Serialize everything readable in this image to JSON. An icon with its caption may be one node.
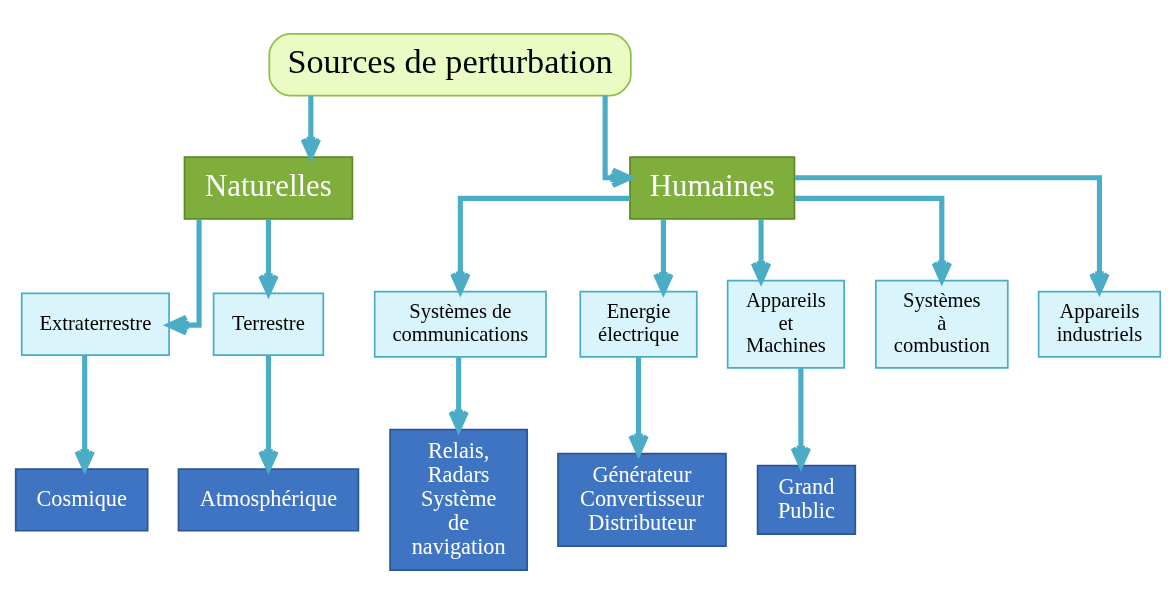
{
  "diagram": {
    "nodes": [
      {
        "text": [
          "Sources de perturbation"
        ]
      },
      {
        "text": [
          "Naturelles"
        ]
      },
      {
        "text": [
          "Humaines"
        ]
      },
      {
        "text": [
          "Extraterrestre"
        ]
      },
      {
        "text": [
          "Terrestre"
        ]
      },
      {
        "text": [
          "Systèmes de communications"
        ]
      },
      {
        "text": [
          "Energie électrique"
        ]
      },
      {
        "text": [
          "Appareils et Machines"
        ]
      },
      {
        "text": [
          "Systèmes à combustion"
        ]
      },
      {
        "text": [
          "Appareils industriels"
        ]
      },
      {
        "text": [
          "Cosmique"
        ]
      },
      {
        "text": [
          "Atmosphérique"
        ]
      },
      {
        "text": [
          "Relais, Radars Système de navigation"
        ]
      },
      {
        "text": [
          "Générateur Convertisseur Distributeur"
        ]
      },
      {
        "text": [
          "Grand Public"
        ]
      }
    ],
    "edges": [
      {
        "from": 0,
        "to": 1,
        "arrow": "to"
      },
      {
        "from": 0,
        "to": 2,
        "arrow": "to"
      },
      {
        "from": 1,
        "to": 3,
        "arrow": "to"
      },
      {
        "from": 1,
        "to": 4,
        "arrow": "to"
      },
      {
        "from": 2,
        "to": 5,
        "arrow": "to"
      },
      {
        "from": 2,
        "to": 6,
        "arrow": "to"
      },
      {
        "from": 2,
        "to": 7,
        "arrow": "to"
      },
      {
        "from": 2,
        "to": 8,
        "arrow": "to"
      },
      {
        "from": 2,
        "to": 9,
        "arrow": "to"
      },
      {
        "from": 3,
        "to": 10,
        "arrow": "to"
      },
      {
        "from": 4,
        "to": 11,
        "arrow": "to"
      },
      {
        "from": 5,
        "to": 12,
        "arrow": "to"
      },
      {
        "from": 6,
        "to": 13,
        "arrow": "to"
      },
      {
        "from": 7,
        "to": 14,
        "arrow": "to"
      }
    ]
  }
}
